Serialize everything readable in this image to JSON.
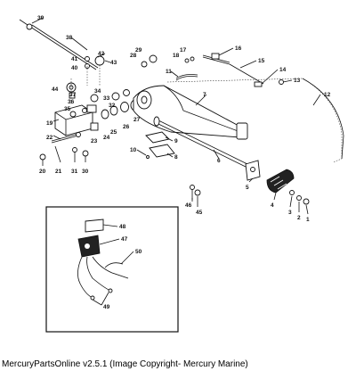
{
  "caption": "MercuryPartsOnline v2.5.1 (Image Copyright- Mercury Marine)",
  "callouts": [
    "1",
    "2",
    "3",
    "4",
    "5",
    "6",
    "7",
    "8",
    "9",
    "10",
    "11",
    "12",
    "13",
    "14",
    "15",
    "16",
    "17",
    "18",
    "19",
    "20",
    "21",
    "22",
    "23",
    "24",
    "25",
    "26",
    "27",
    "28",
    "29",
    "30",
    "31",
    "32",
    "33",
    "34",
    "35",
    "36",
    "37",
    "38",
    "39",
    "40",
    "41",
    "42",
    "43",
    "44",
    "45",
    "46",
    "47",
    "48",
    "49",
    "50"
  ]
}
